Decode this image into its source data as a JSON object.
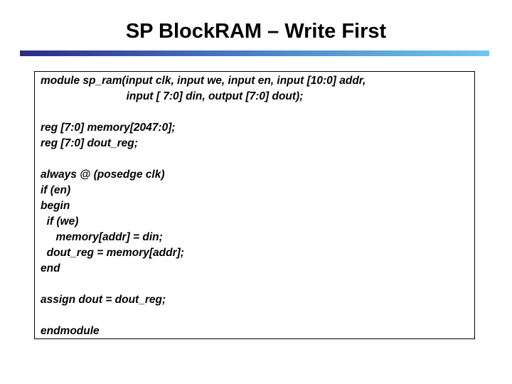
{
  "slide": {
    "title": "SP BlockRAM – Write First",
    "background_color": "#FFFFFF",
    "text_color": "#000000",
    "accent_bar": {
      "color_left": "#2B2B80",
      "color_mid": "#4A82C4",
      "color_right": "#70C6F2"
    }
  },
  "code": {
    "lines": [
      "module sp_ram(input clk, input we, input en, input [10:0] addr,",
      "                            input [ 7:0] din, output [7:0] dout);",
      "",
      "reg [7:0] memory[2047:0];",
      "reg [7:0] dout_reg;",
      "",
      "always @ (posedge clk)",
      "if (en)",
      "begin",
      "  if (we)",
      "     memory[addr] = din;",
      "  dout_reg = memory[addr];",
      "end",
      "",
      "assign dout = dout_reg;",
      "",
      "endmodule"
    ]
  }
}
